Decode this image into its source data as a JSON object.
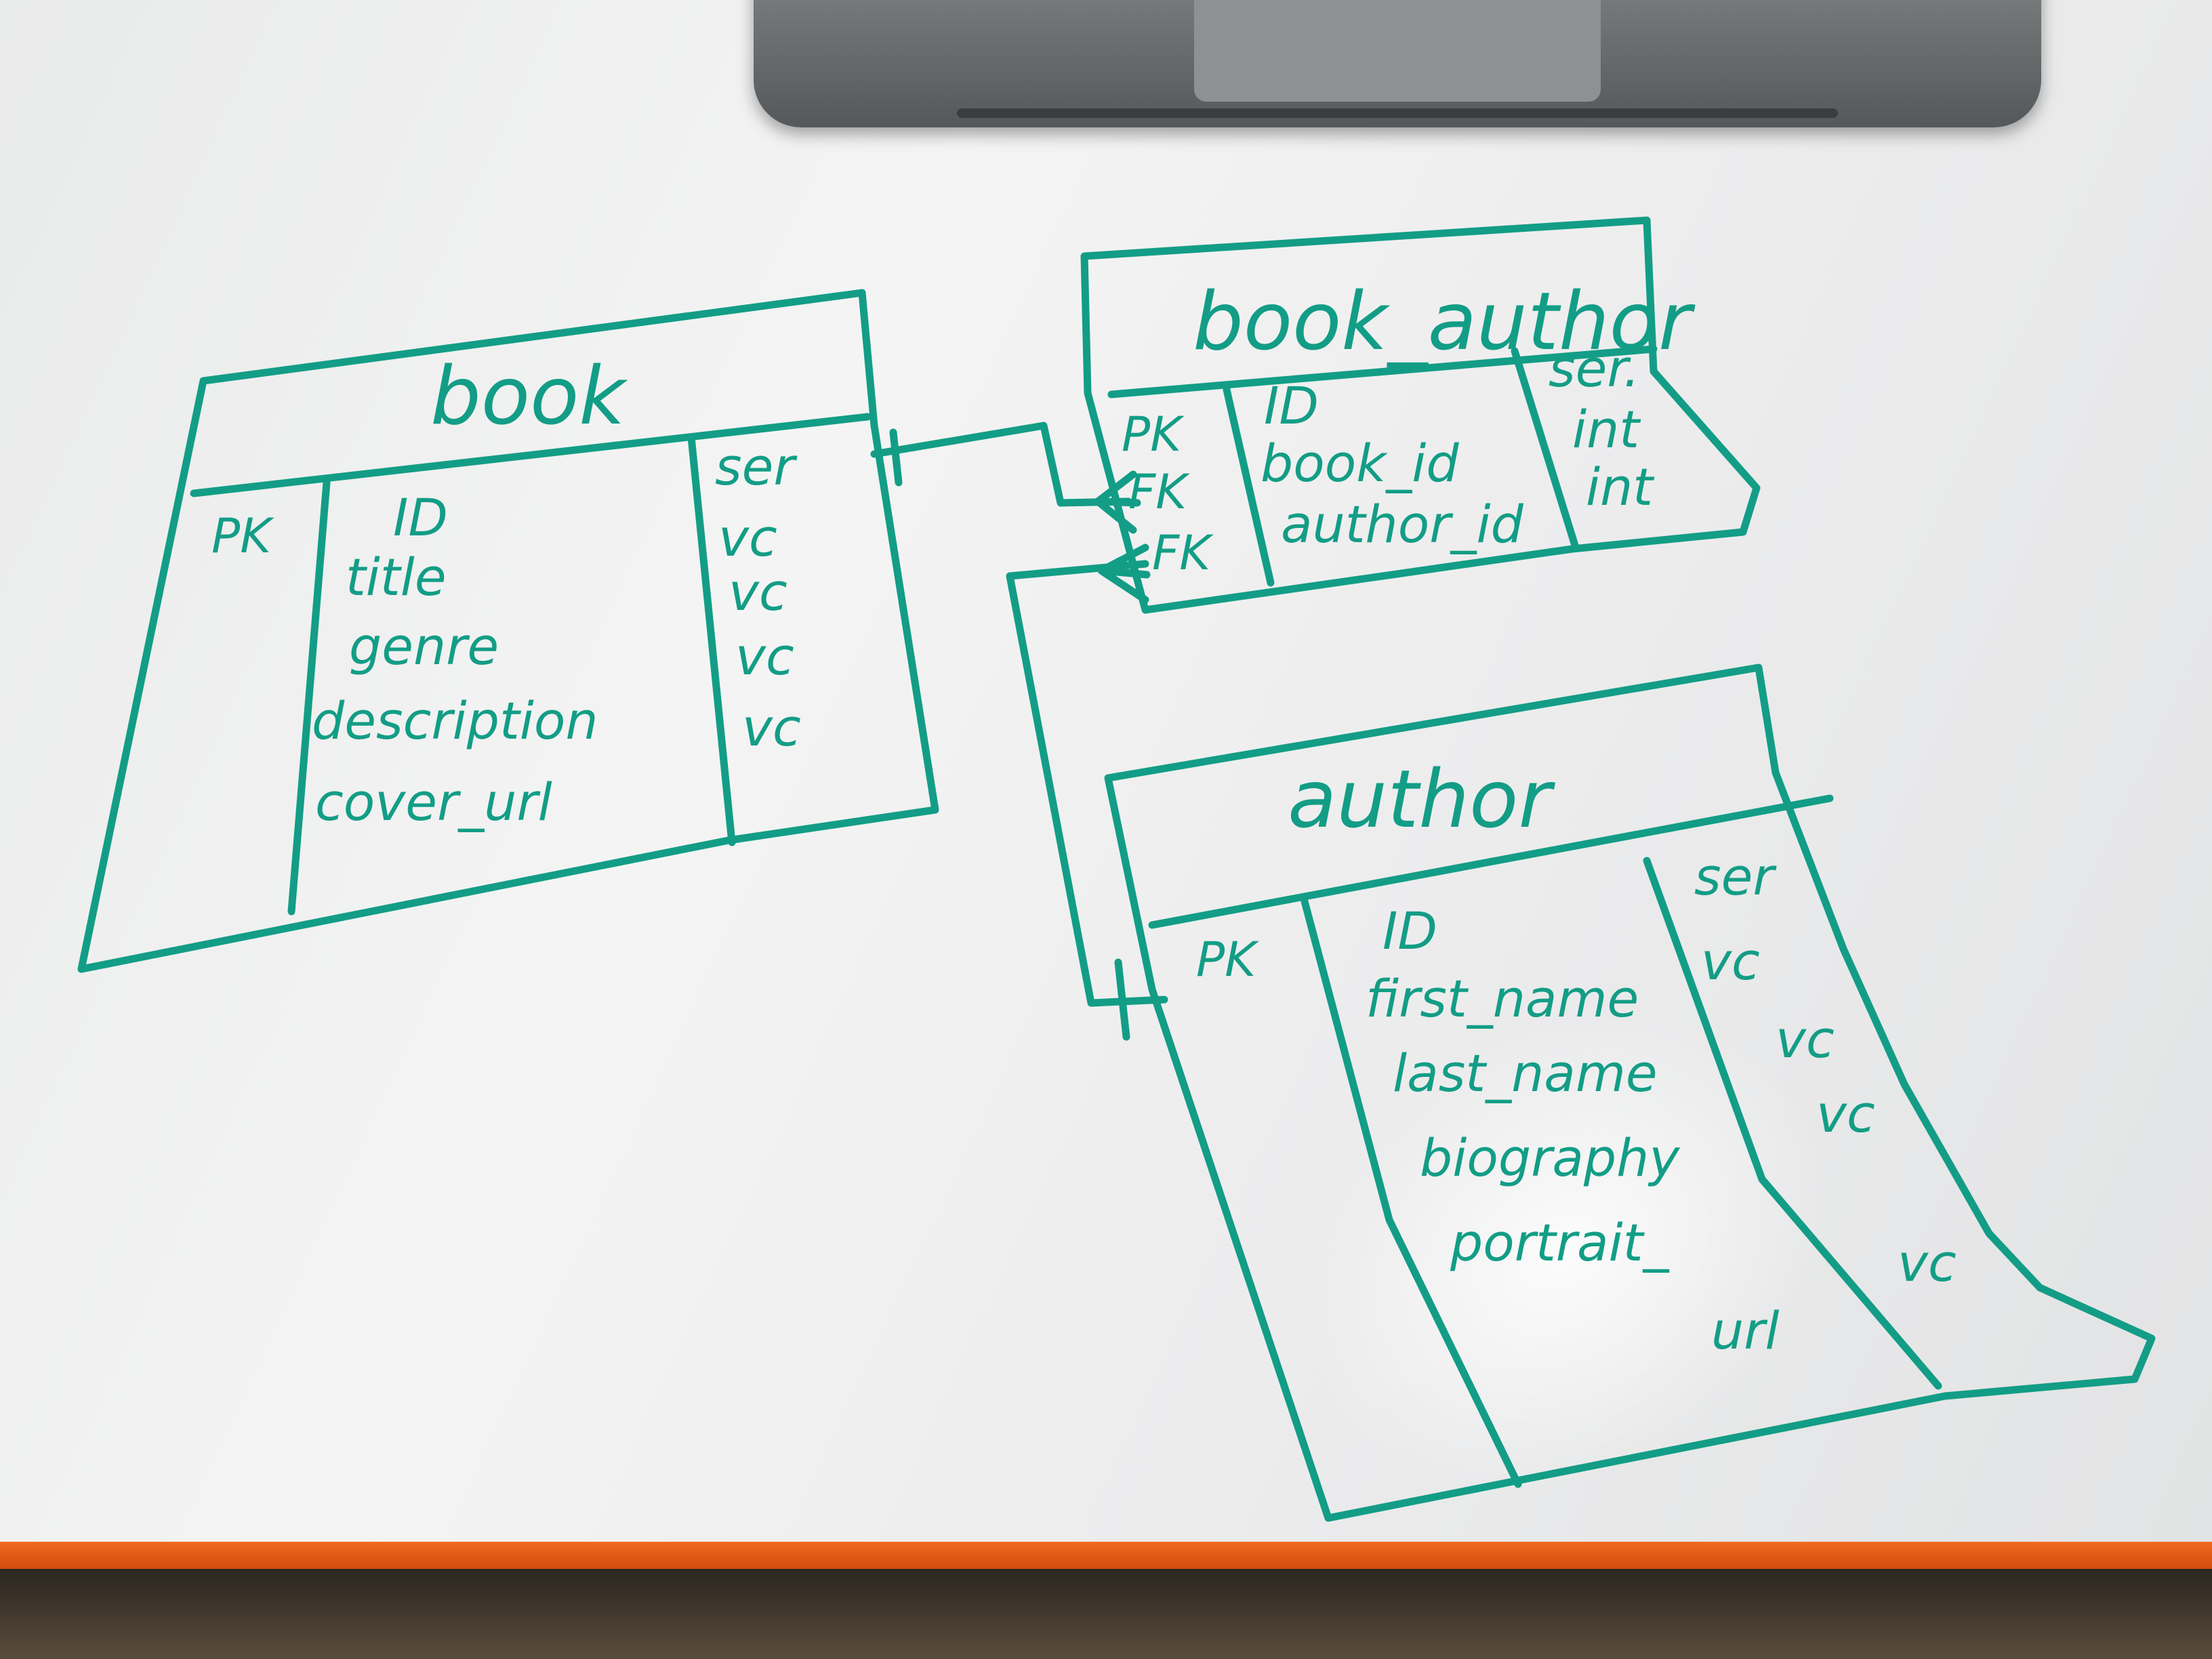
{
  "tables": [
    {
      "name": "book",
      "key": "PK",
      "fields": [
        "ID",
        "title",
        "genre",
        "description",
        "cover_url"
      ],
      "types": [
        "ser",
        "vc",
        "vc",
        "vc",
        "vc"
      ]
    },
    {
      "name": "book_author",
      "keys": [
        "PK",
        "FK",
        "FK"
      ],
      "fields": [
        "ID",
        "book_id",
        "author_id"
      ],
      "types": [
        "ser.",
        "int",
        "int"
      ]
    },
    {
      "name": "author",
      "key": "PK",
      "fields": [
        "ID",
        "first_name",
        "last_name",
        "biography",
        "portrait_",
        "url"
      ],
      "types": [
        "ser",
        "vc",
        "vc",
        "vc",
        "vc"
      ]
    }
  ],
  "ink_color": "#139d86"
}
